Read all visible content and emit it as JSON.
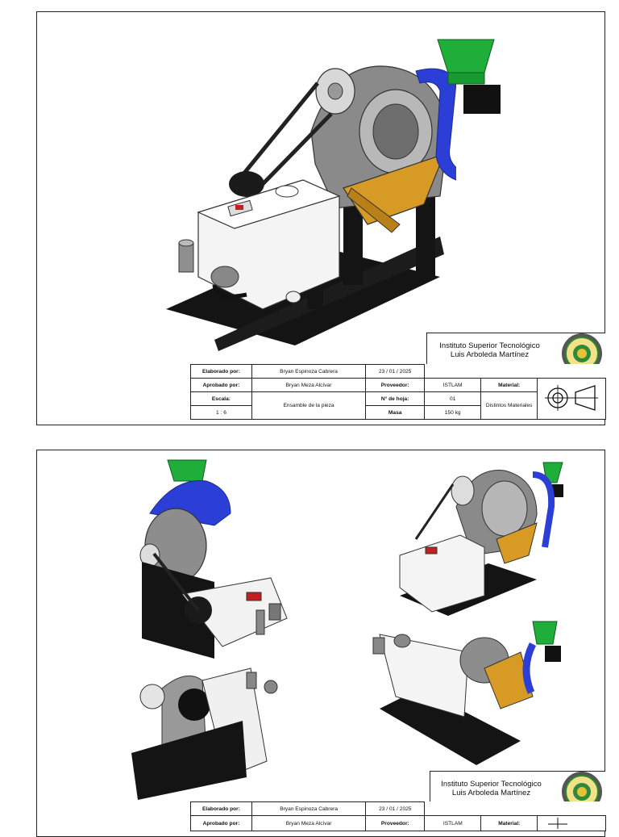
{
  "institution": {
    "line1": "Instituto Superior Tecnológico",
    "line2": "Luis Arboleda Martínez"
  },
  "title_block": {
    "elaborado_label": "Elaborado por:",
    "elaborado_value": "Bryan Espinoza Cabrera",
    "date": "23 / 01 / 2025",
    "aprobado_label": "Aprobado por:",
    "aprobado_value": "Bryan Meza Alcívar",
    "proveedor_label": "Proveedor:",
    "proveedor_value": "ISTLAM",
    "material_label": "Material:",
    "material_value": "Distintos Materiales",
    "escala_label": "Escala:",
    "escala_value": "1 : 6",
    "descripcion": "Ensamble de la pieza",
    "hoja_label": "N° de hoja:",
    "hoja_value": "01",
    "masa_label": "Masa",
    "masa_value": "150 kg"
  },
  "colors": {
    "hopper_green": "#1fae3a",
    "chute_blue": "#2b3fd6",
    "tray_orange": "#d79a25",
    "frame_black": "#141414",
    "housing_grey": "#8a8a8a",
    "motor_white": "#f4f4f4"
  }
}
